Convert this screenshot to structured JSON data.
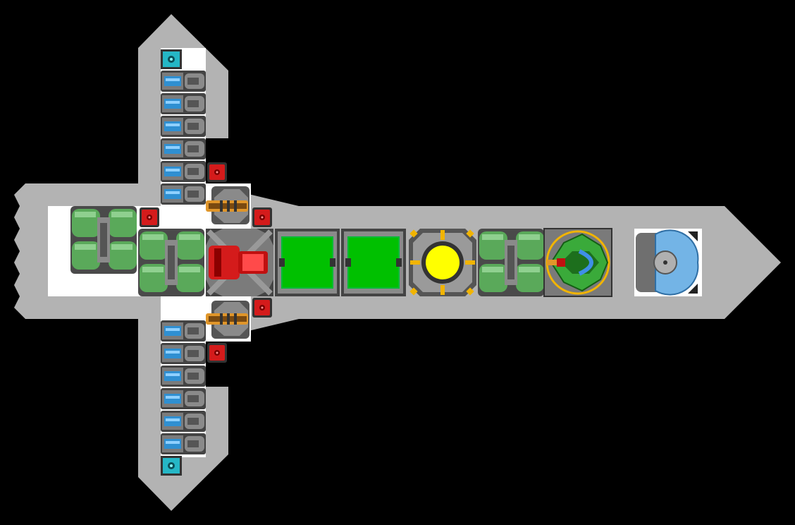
{
  "game": {
    "screen": "ship-builder-view",
    "colors": {
      "background": "#000000",
      "hull": "#b3b3b3",
      "interior": "#ffffff",
      "engine_green": "#5aa95a",
      "tank_blue": "#2f8fd1",
      "weapon_red": "#d41b1b",
      "orange": "#e0962a",
      "yellow_core": "#ffff00",
      "cargo_green": "#00c000",
      "cyan_node": "#25b7c6"
    },
    "parts": [
      "cyan-node",
      "blue-tank",
      "red-block",
      "orange-gun",
      "green-engine",
      "red-turret",
      "green-cargo",
      "yellow-reactor",
      "green-cockpit",
      "blue-shield"
    ]
  }
}
